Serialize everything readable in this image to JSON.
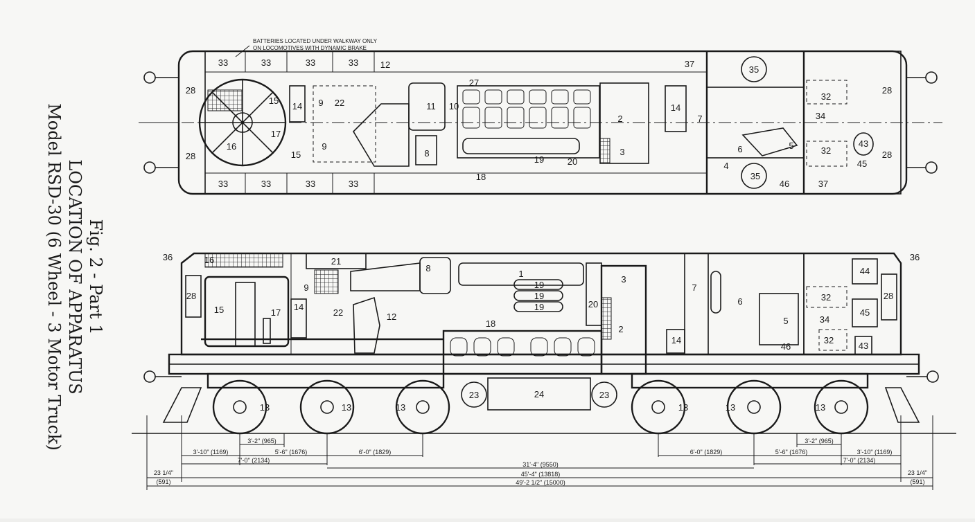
{
  "caption": {
    "line1": "Fig. 2 - Part 1",
    "line2": "LOCATION OF APPARATUS",
    "line3": "Model RSD-30 (6 Wheel - 3 Motor Truck)"
  },
  "note": {
    "line1": "BATTERIES LOCATED UNDER WALKWAY ONLY",
    "line2": "ON LOCOMOTIVES WITH DYNAMIC BRAKE"
  },
  "plan_labels": {
    "n33": "33",
    "n12": "12",
    "n27": "27",
    "n37": "37",
    "n35": "35",
    "n28": "28",
    "n15": "15",
    "n14": "14",
    "n9": "9",
    "n22": "22",
    "n11": "11",
    "n10": "10",
    "n2": "2",
    "n7": "7",
    "n32": "32",
    "n34": "34",
    "n17": "17",
    "n16": "16",
    "n8": "8",
    "n3": "3",
    "n19": "19",
    "n20": "20",
    "n18": "18",
    "n6": "6",
    "n5": "5",
    "n4": "4",
    "n43": "43",
    "n45": "45",
    "n46": "46"
  },
  "side_labels": {
    "n36": "36",
    "n16": "16",
    "n21": "21",
    "n8": "8",
    "n1": "1",
    "n3": "3",
    "n7": "7",
    "n44": "44",
    "n28": "28",
    "n9": "9",
    "n19": "19",
    "n32": "32",
    "n15": "15",
    "n14": "14",
    "n22": "22",
    "n17": "17",
    "n12": "12",
    "n20": "20",
    "n6": "6",
    "n5": "5",
    "n45": "45",
    "n34": "34",
    "n18": "18",
    "n2": "2",
    "n46": "46",
    "n43": "43",
    "n13": "13",
    "n23": "23",
    "n24": "24"
  },
  "dimensions": {
    "d3_10": "3'-10\" (1169)",
    "d3_2": "3'-2\" (965)",
    "d5_6": "5'-6\" (1676)",
    "d6_0": "6'-0\" (1829)",
    "d7_0": "7'-0\" (2134)",
    "d31_4": "31'-4\" (9550)",
    "d45_4": "45'-4\" (13818)",
    "d49_2": "49'-2 1/2\" (15000)",
    "d23": "23 1/4\"",
    "d591": "(591)"
  }
}
